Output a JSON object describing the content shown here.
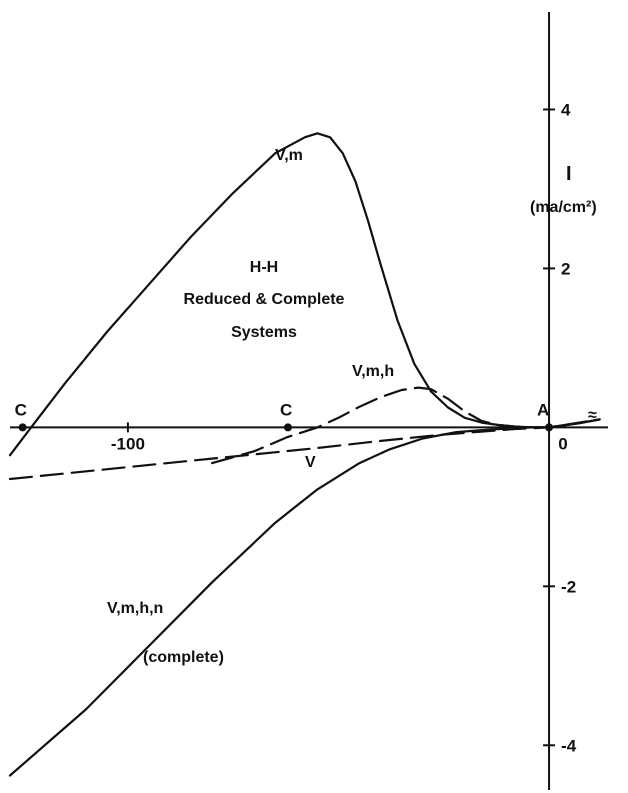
{
  "chart_data": {
    "type": "line",
    "title": "H-H",
    "subtitle": [
      "Reduced & Complete",
      "Systems"
    ],
    "ylabel": "I",
    "yunit": "(ma/cm²)",
    "xlabel": "",
    "x_axis_symbol": "≈",
    "xlim": [
      -128,
      14
    ],
    "ylim": [
      -4.5,
      5.0
    ],
    "x_ticks": [
      {
        "value": -100,
        "label": "-100"
      },
      {
        "value": 0,
        "label": "0"
      }
    ],
    "y_ticks": [
      {
        "value": 4,
        "label": "4"
      },
      {
        "value": 2,
        "label": "2"
      },
      {
        "value": -2,
        "label": "-2"
      },
      {
        "value": -4,
        "label": "-4"
      }
    ],
    "grid": false,
    "legend": "none",
    "series": [
      {
        "name": "V,m",
        "style": "solid",
        "x": [
          -128,
          -123,
          -115,
          -105,
          -95,
          -85,
          -75,
          -65,
          -58,
          -55,
          -52,
          -49,
          -46,
          -43,
          -40,
          -36,
          -32,
          -28,
          -24,
          -20,
          -16,
          -12,
          -8,
          -4,
          0,
          4,
          8,
          12
        ],
        "y": [
          -0.35,
          0,
          0.55,
          1.2,
          1.8,
          2.4,
          2.95,
          3.45,
          3.65,
          3.7,
          3.65,
          3.45,
          3.1,
          2.6,
          2.05,
          1.35,
          0.8,
          0.45,
          0.25,
          0.12,
          0.06,
          0.03,
          0.01,
          0,
          0,
          0.03,
          0.06,
          0.1
        ]
      },
      {
        "name": "V,m,h",
        "style": "dashed",
        "x": [
          -80,
          -70,
          -62,
          -55,
          -50,
          -45,
          -40,
          -35,
          -31,
          -28,
          -24,
          -20,
          -16,
          -12,
          -8,
          -4,
          0,
          4,
          8,
          12
        ],
        "y": [
          -0.45,
          -0.3,
          -0.12,
          0,
          0.12,
          0.26,
          0.38,
          0.47,
          0.5,
          0.48,
          0.36,
          0.2,
          0.08,
          0.03,
          0.01,
          0,
          0,
          0.03,
          0.06,
          0.1
        ]
      },
      {
        "name": "V",
        "style": "dashed",
        "x": [
          -128,
          -115,
          -100,
          -85,
          -70,
          -55,
          -40,
          -25,
          -15,
          -8,
          0,
          12
        ],
        "y": [
          -0.65,
          -0.58,
          -0.5,
          -0.42,
          -0.34,
          -0.26,
          -0.17,
          -0.09,
          -0.05,
          -0.02,
          0,
          0.1
        ]
      },
      {
        "name": "V,m,h,n",
        "label_note": "(complete)",
        "style": "solid",
        "x": [
          -128,
          -110,
          -95,
          -80,
          -65,
          -55,
          -45,
          -38,
          -30,
          -22,
          -15,
          -8,
          -4,
          0,
          4,
          8,
          12
        ],
        "y": [
          -4.38,
          -3.55,
          -2.75,
          -1.95,
          -1.2,
          -0.78,
          -0.45,
          -0.28,
          -0.14,
          -0.06,
          -0.03,
          -0.01,
          0,
          0,
          0.03,
          0.06,
          0.1
        ]
      }
    ],
    "points": [
      {
        "label": "C",
        "x": -125,
        "y": 0
      },
      {
        "label": "C",
        "x": -62,
        "y": 0
      },
      {
        "label": "A",
        "x": 0,
        "y": 0
      }
    ]
  }
}
